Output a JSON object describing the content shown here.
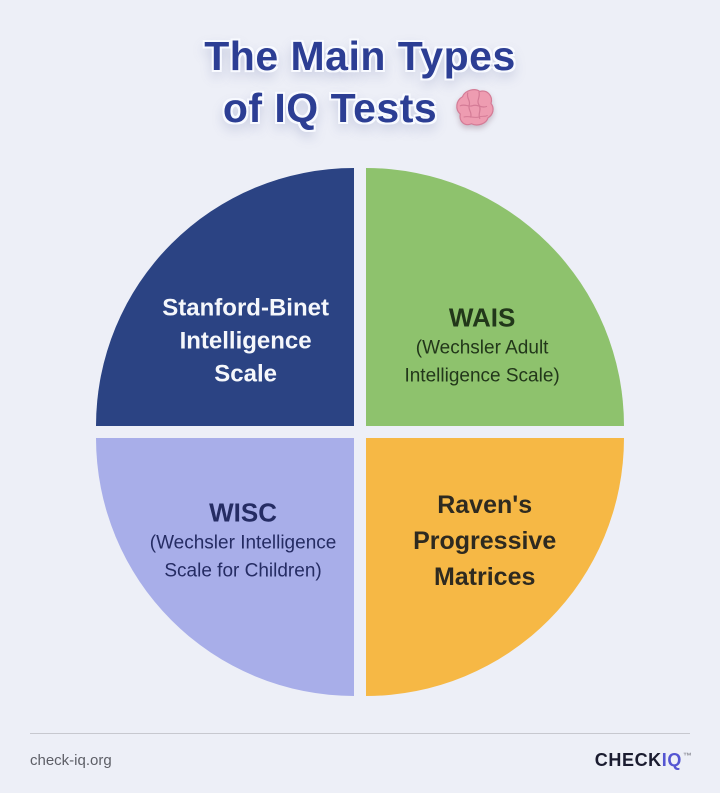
{
  "page": {
    "background_color": "#edeff7"
  },
  "header": {
    "title_line1": "The Main Types",
    "title_line2": "of IQ Tests",
    "title_color": "#2c3e94",
    "brain_icon": "brain-emoji"
  },
  "chart_data": {
    "type": "pie",
    "title": "The Main Types of IQ Tests",
    "legend_position": "none",
    "slices": [
      {
        "label": "Stanford-Binet Intelligence Scale",
        "value": 25,
        "color": "#2b4383",
        "position": "top-left"
      },
      {
        "label": "WAIS (Wechsler Adult Intelligence Scale)",
        "value": 25,
        "color": "#8ec26d",
        "position": "top-right"
      },
      {
        "label": "WISC (Wechsler Intelligence Scale for Children)",
        "value": 25,
        "color": "#a8aee9",
        "position": "bottom-left"
      },
      {
        "label": "Raven's Progressive Matrices",
        "value": 25,
        "color": "#f6b845",
        "position": "bottom-right"
      }
    ]
  },
  "pie": {
    "quadrants": [
      {
        "id": "stanford-binet",
        "position": "top-left",
        "color": "#2b4383",
        "text_color": "#f5f7fb",
        "lines": [
          "Stanford-Binet",
          "Intelligence",
          "Scale"
        ]
      },
      {
        "id": "wais",
        "position": "top-right",
        "color": "#8ec26d",
        "text_color": "#22371a",
        "title": "WAIS",
        "subtitle_lines": [
          "(Wechsler Adult",
          "Intelligence Scale)"
        ]
      },
      {
        "id": "wisc",
        "position": "bottom-left",
        "color": "#a8aee9",
        "text_color": "#252c63",
        "title": "WISC",
        "subtitle_lines": [
          "(Wechsler Intelligence",
          "Scale for Children)"
        ]
      },
      {
        "id": "ravens",
        "position": "bottom-right",
        "color": "#f6b845",
        "text_color": "#2e2a20",
        "lines": [
          "Raven's",
          "Progressive",
          "Matrices"
        ]
      }
    ]
  },
  "footer": {
    "website": "check-iq.org",
    "logo": {
      "part1": "CHECK",
      "part2": "IQ",
      "tm": "™",
      "part1_color": "#1b1c30",
      "part2_color": "#5455d2"
    }
  }
}
